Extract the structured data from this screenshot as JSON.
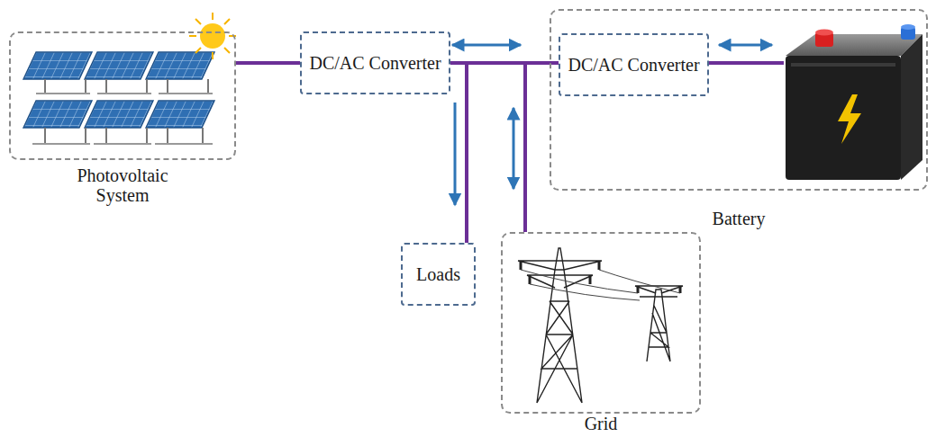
{
  "diagram": {
    "nodes": [
      {
        "text": [
          "Photovoltaic System"
        ]
      },
      {
        "text": [
          "DC/AC Converter"
        ]
      },
      {
        "text": [
          "Battery"
        ]
      },
      {
        "text": [
          "DC/AC Converter"
        ],
        "in": 2
      },
      {
        "text": [
          "Loads"
        ]
      },
      {
        "text": [
          "Grid"
        ]
      }
    ],
    "edges": [
      {
        "from": 0,
        "to": 1,
        "arrow": "none"
      },
      {
        "from": 1,
        "to": 3,
        "arrow": "both"
      },
      {
        "from": 1,
        "to": 4,
        "arrow": "to"
      },
      {
        "from": 1,
        "to": 5,
        "arrow": "both"
      },
      {
        "from": 3,
        "to": 2,
        "arrow": "both"
      }
    ]
  }
}
